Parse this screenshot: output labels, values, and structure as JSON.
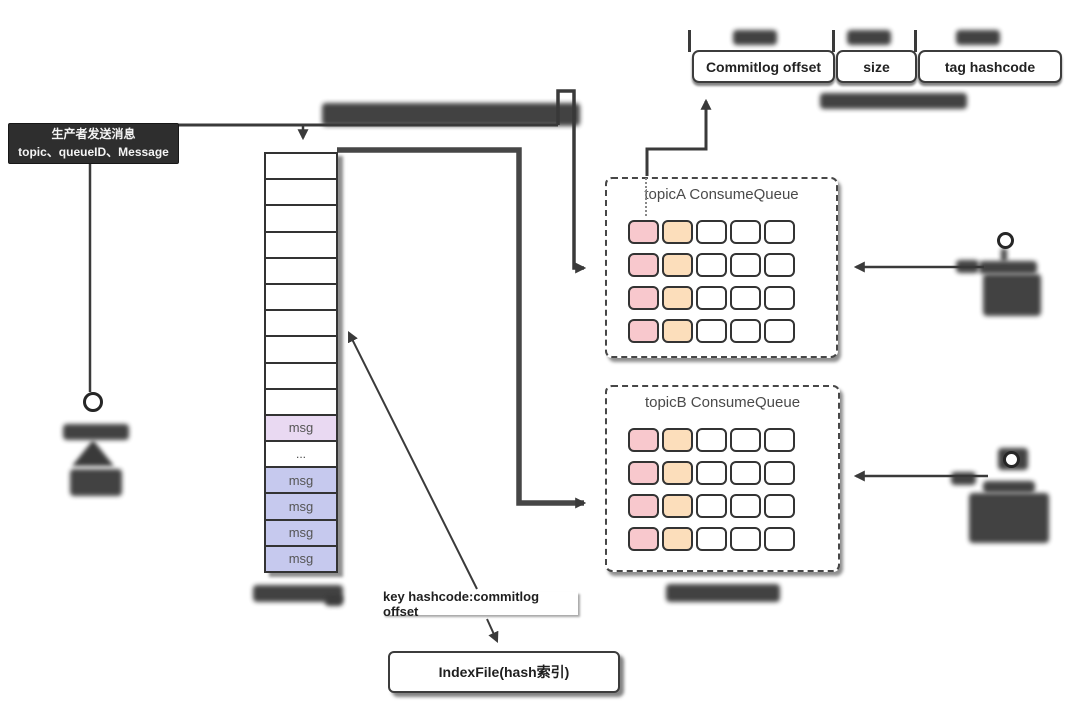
{
  "producer_label": {
    "line1": "生产者发送消息",
    "line2": "topic、queueID、Message"
  },
  "entry_fields": [
    {
      "label": "Commitlog offset"
    },
    {
      "label": "size"
    },
    {
      "label": "tag hashcode"
    }
  ],
  "commitlog": {
    "cells": [
      {
        "text": "",
        "type": "empty"
      },
      {
        "text": "",
        "type": "empty"
      },
      {
        "text": "",
        "type": "empty"
      },
      {
        "text": "",
        "type": "empty"
      },
      {
        "text": "",
        "type": "empty"
      },
      {
        "text": "",
        "type": "empty"
      },
      {
        "text": "",
        "type": "empty"
      },
      {
        "text": "",
        "type": "empty"
      },
      {
        "text": "",
        "type": "empty"
      },
      {
        "text": "",
        "type": "empty"
      },
      {
        "text": "msg",
        "type": "msg-purple"
      },
      {
        "text": "...",
        "type": "ellipsis"
      },
      {
        "text": "msg",
        "type": "msg-blue"
      },
      {
        "text": "msg",
        "type": "msg-blue"
      },
      {
        "text": "msg",
        "type": "msg-blue"
      },
      {
        "text": "msg",
        "type": "msg-blue"
      }
    ]
  },
  "consume_queues": [
    {
      "title": "topicA ConsumeQueue",
      "rows": 4,
      "row_pattern": [
        "pink",
        "peach",
        "white",
        "white",
        "white"
      ]
    },
    {
      "title": "topicB ConsumeQueue",
      "rows": 4,
      "row_pattern": [
        "pink",
        "peach",
        "white",
        "white",
        "white"
      ]
    }
  ],
  "index_mapping_label": "key hashcode:commitlog offset",
  "index_file_label": "IndexFile(hash索引)",
  "icons": {
    "producer": "person-icon",
    "consumer_topic_a": "person-icon",
    "consumer_topic_b": "person-icon"
  },
  "colors": {
    "msg_purple": "#e9d9f2",
    "msg_blue": "#c6c9ee",
    "cell_pink": "#f8c8cd",
    "cell_peach": "#fcdebb",
    "line": "#3a3a3a",
    "dark_label_bg": "#2e2e2e"
  }
}
